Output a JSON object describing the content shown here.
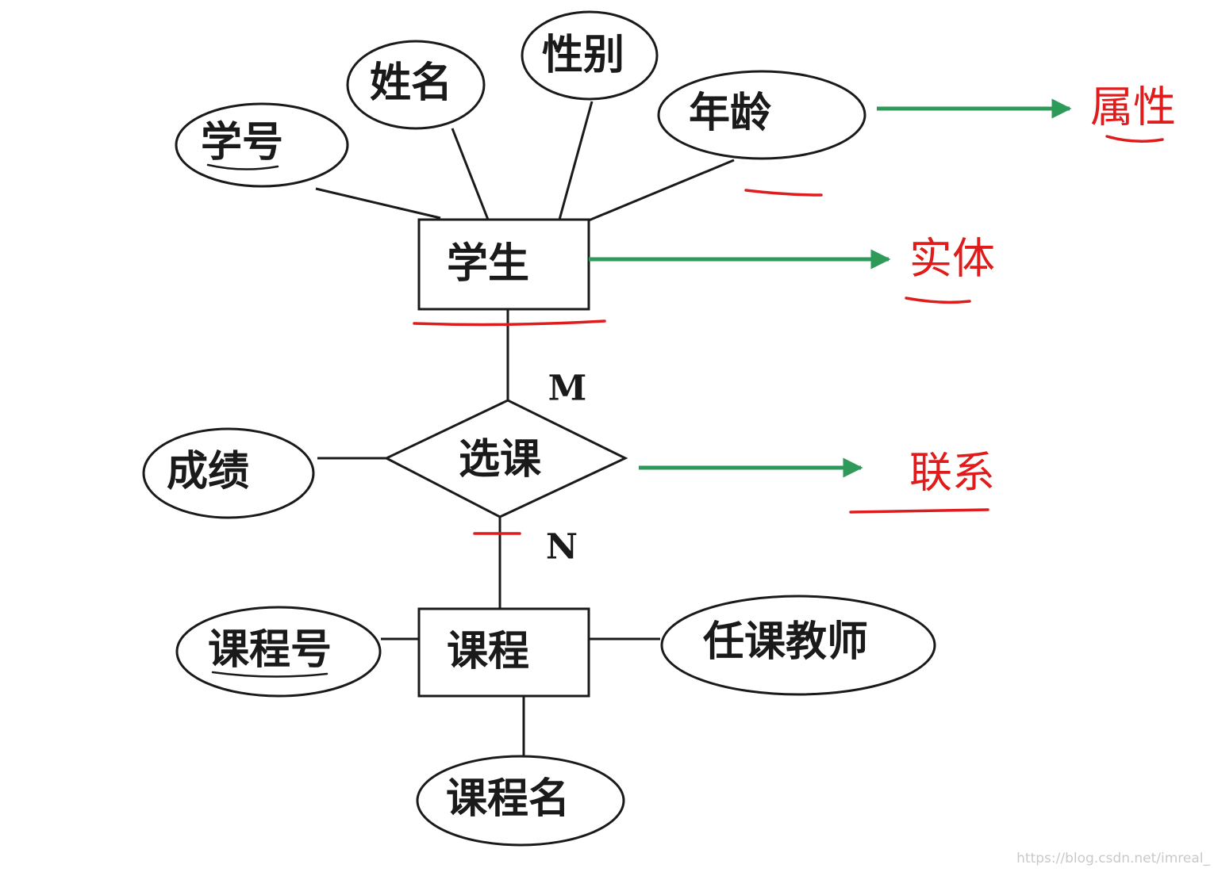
{
  "entities": {
    "student": "学生",
    "course": "课程"
  },
  "relationship": {
    "label": "选课",
    "card_top": "M",
    "card_bottom": "N"
  },
  "attributes": {
    "student_id": "学号",
    "name": "姓名",
    "gender": "性别",
    "age": "年龄",
    "grade": "成绩",
    "course_id": "课程号",
    "teacher": "任课教师",
    "course_name": "课程名"
  },
  "annotations": {
    "attribute": "属性",
    "entity": "实体",
    "relationship": "联系"
  },
  "colors": {
    "arrow": "#2e9a5a",
    "annotation": "#e01b1b",
    "stroke": "#1a1a1a"
  },
  "watermark": "https://blog.csdn.net/imreal_"
}
